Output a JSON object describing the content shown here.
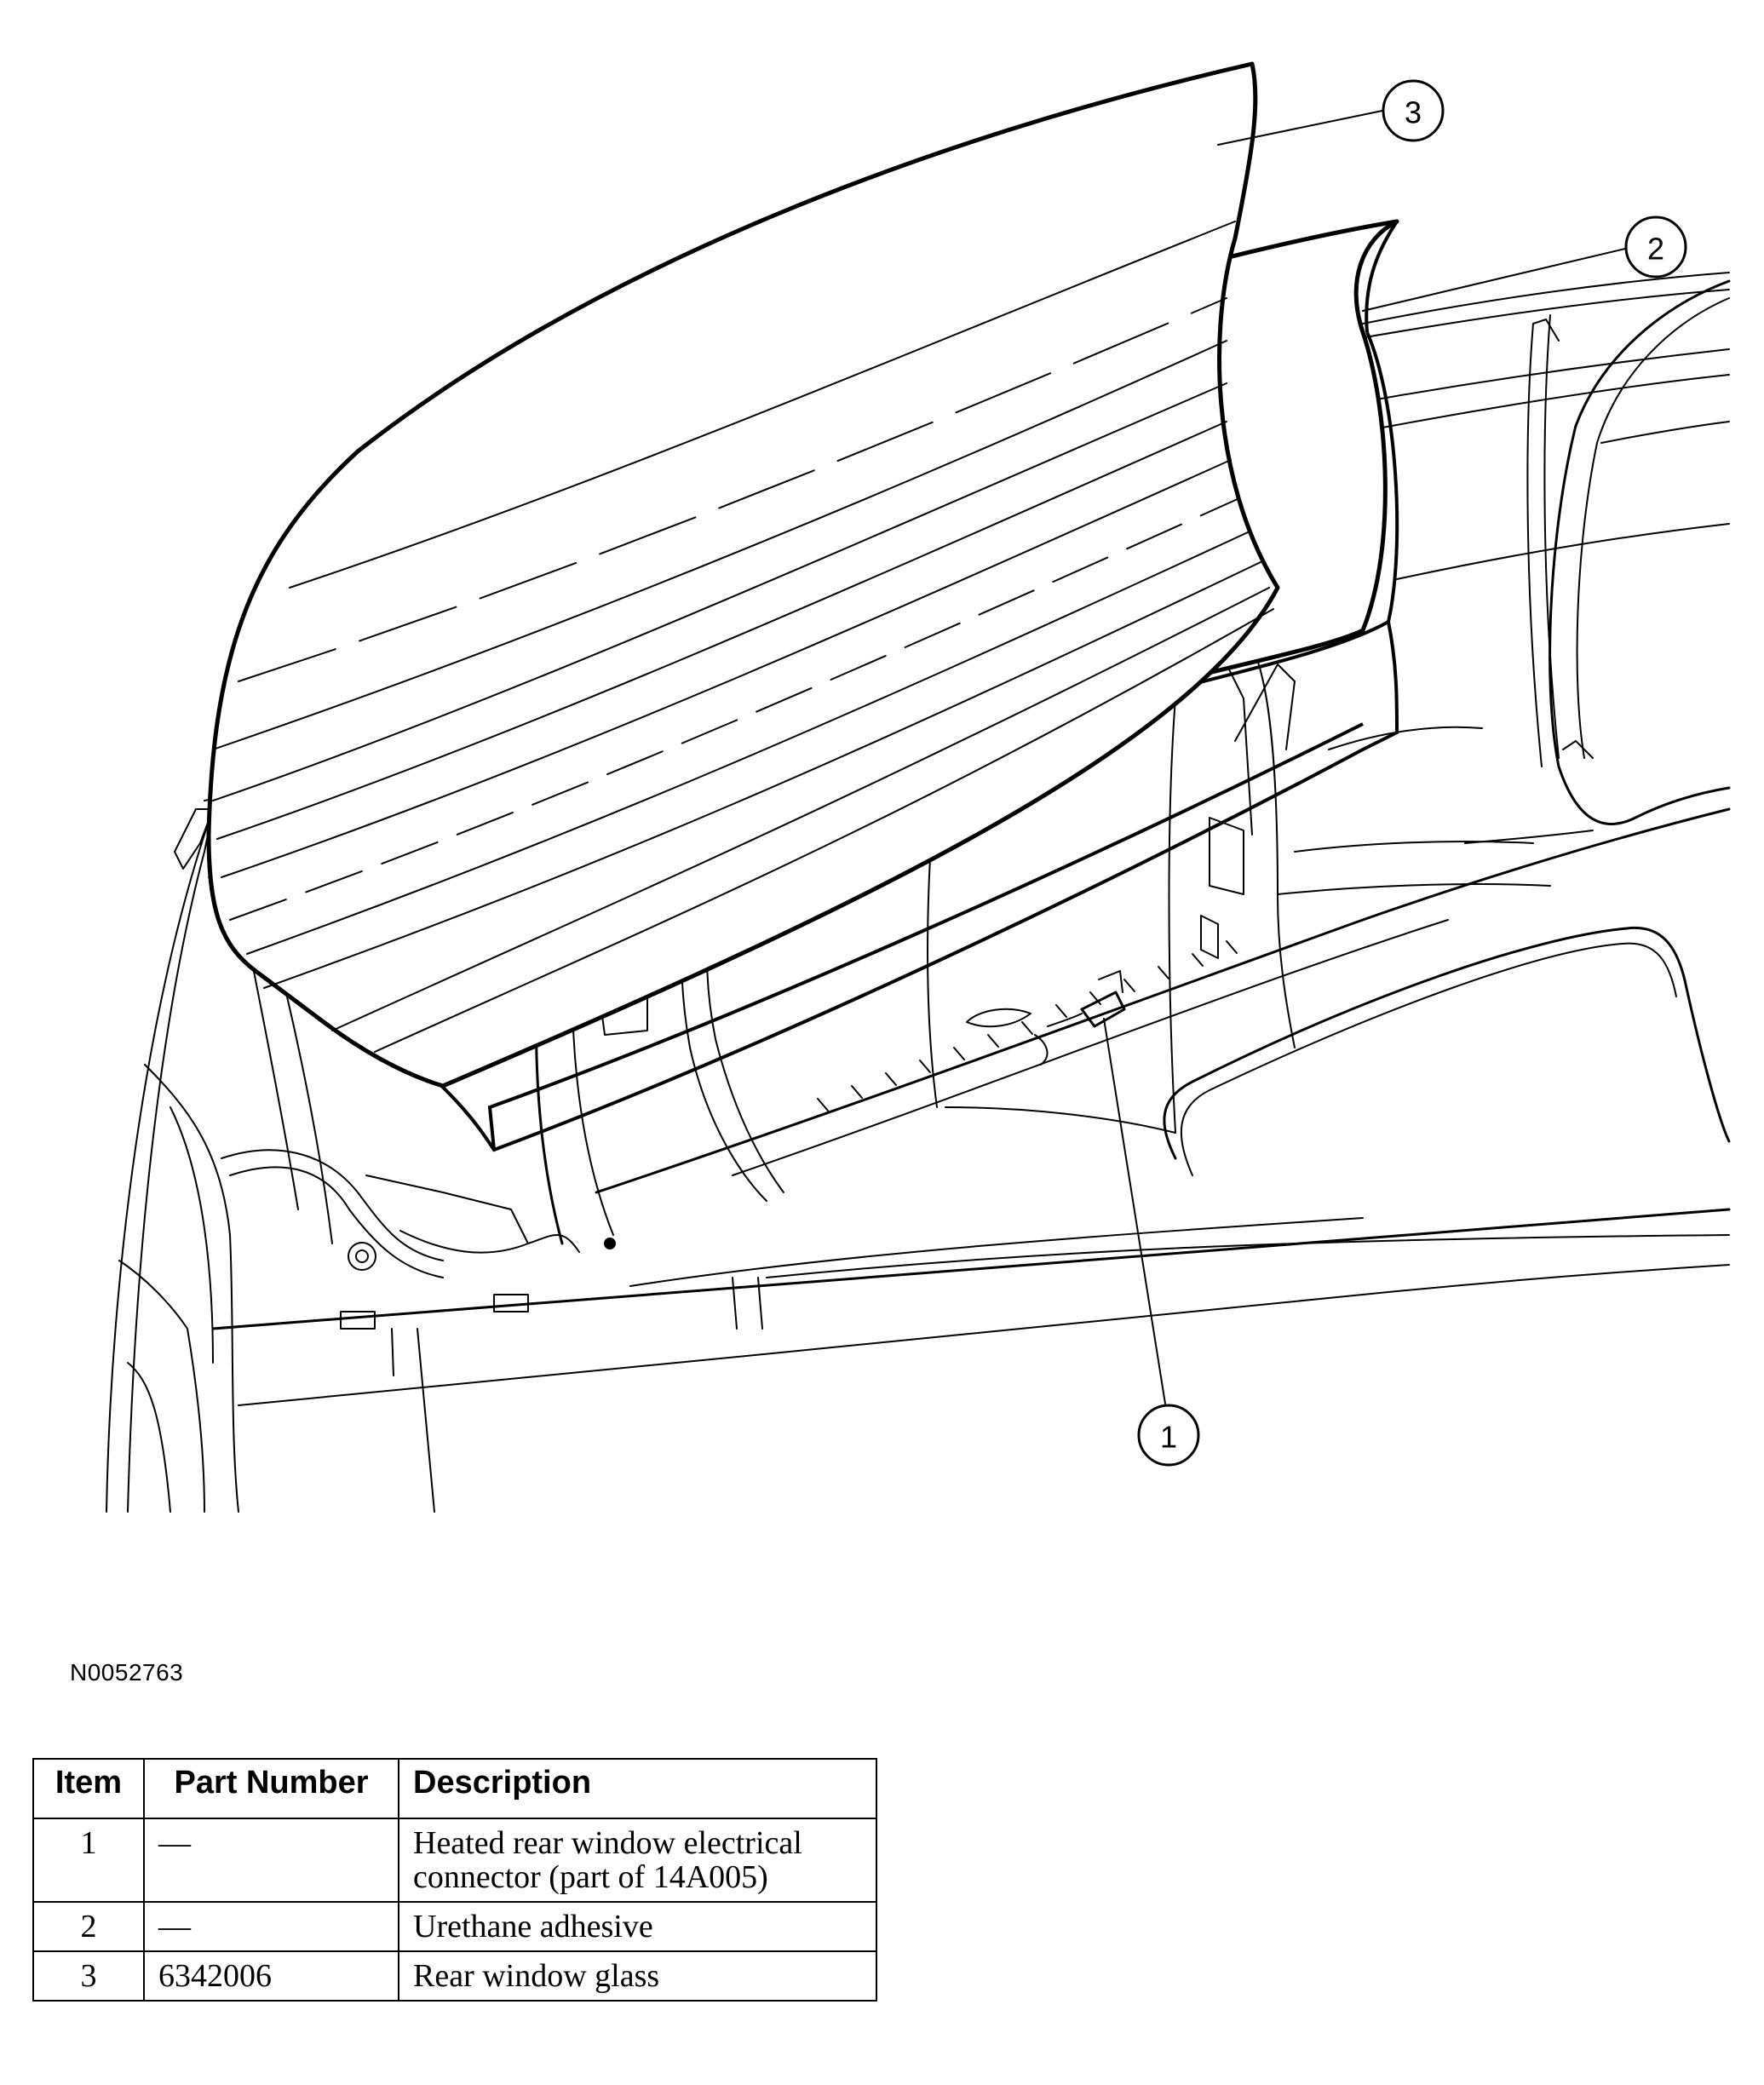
{
  "figure": {
    "id": "N0052763",
    "callouts": [
      "1",
      "2",
      "3"
    ]
  },
  "legend": {
    "headers": {
      "item": "Item",
      "part_number": "Part Number",
      "description": "Description"
    },
    "rows": [
      {
        "item": "1",
        "part_number": "—",
        "description": "Heated rear window electrical connector (part of 14A005)"
      },
      {
        "item": "2",
        "part_number": "—",
        "description": "Urethane adhesive"
      },
      {
        "item": "3",
        "part_number": "6342006",
        "description": "Rear window glass"
      }
    ]
  }
}
